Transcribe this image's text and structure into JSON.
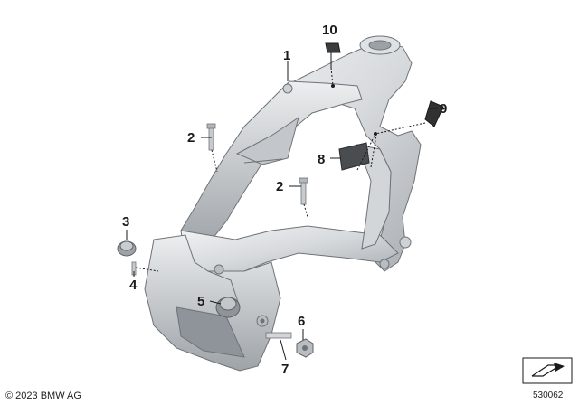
{
  "callouts": [
    {
      "label": "1"
    },
    {
      "label": "2"
    },
    {
      "label": "2"
    },
    {
      "label": "3"
    },
    {
      "label": "4"
    },
    {
      "label": "5"
    },
    {
      "label": "6"
    },
    {
      "label": "7"
    },
    {
      "label": "8"
    },
    {
      "label": "9"
    },
    {
      "label": "10"
    }
  ],
  "footer": {
    "copyright": "© 2023 BMW AG",
    "document_number": "530062"
  },
  "icons": {
    "nav_icon": "arrow-box-icon"
  },
  "colors": {
    "frame_light": "#e6e8ea",
    "frame_mid": "#bfc3c7",
    "frame_dark": "#8a8f94",
    "ink": "#1a1a1a"
  }
}
